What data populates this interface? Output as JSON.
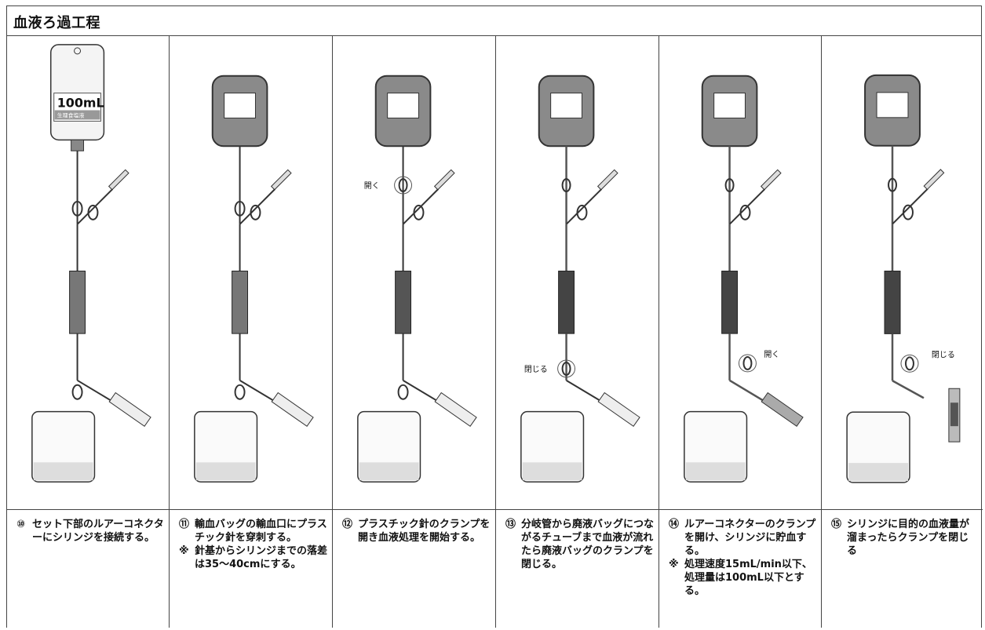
{
  "title": "血液ろ過工程",
  "steps": [
    {
      "number": "⑩",
      "text": "セット下部のルアーコネクターにシリンジを接続する。",
      "note_mark": "",
      "note": "",
      "callout": "",
      "bag_volume": "100mL",
      "bag_label": "生理食塩液"
    },
    {
      "number": "⑪",
      "text": "輸血バッグの輸血口にプラスチック針を穿刺する。",
      "note_mark": "※",
      "note": "針基からシリンジまでの落差は35〜40cmにする。",
      "callout": ""
    },
    {
      "number": "⑫",
      "text": "プラスチック針のクランプを開き血液処理を開始する。",
      "note_mark": "",
      "note": "",
      "callout": "開く"
    },
    {
      "number": "⑬",
      "text": "分岐管から廃液バッグにつながるチューブまで血液が流れたら廃液バッグのクランプを閉じる。",
      "note_mark": "",
      "note": "",
      "callout": "閉じる"
    },
    {
      "number": "⑭",
      "text": "ルアーコネクターのクランプを開け、シリンジに貯血する。",
      "note_mark": "※",
      "note": "処理速度15mL/min以下、処理量は100mL以下とする。",
      "callout": "開く"
    },
    {
      "number": "⑮",
      "text": "シリンジに目的の血液量が溜まったらクランプを閉じる",
      "note_mark": "",
      "note": "",
      "callout": "閉じる"
    }
  ],
  "colors": {
    "border": "#444444",
    "blood_bag": "#8a8a8a",
    "line": "#333333",
    "fluid": "#d8d8d8"
  }
}
